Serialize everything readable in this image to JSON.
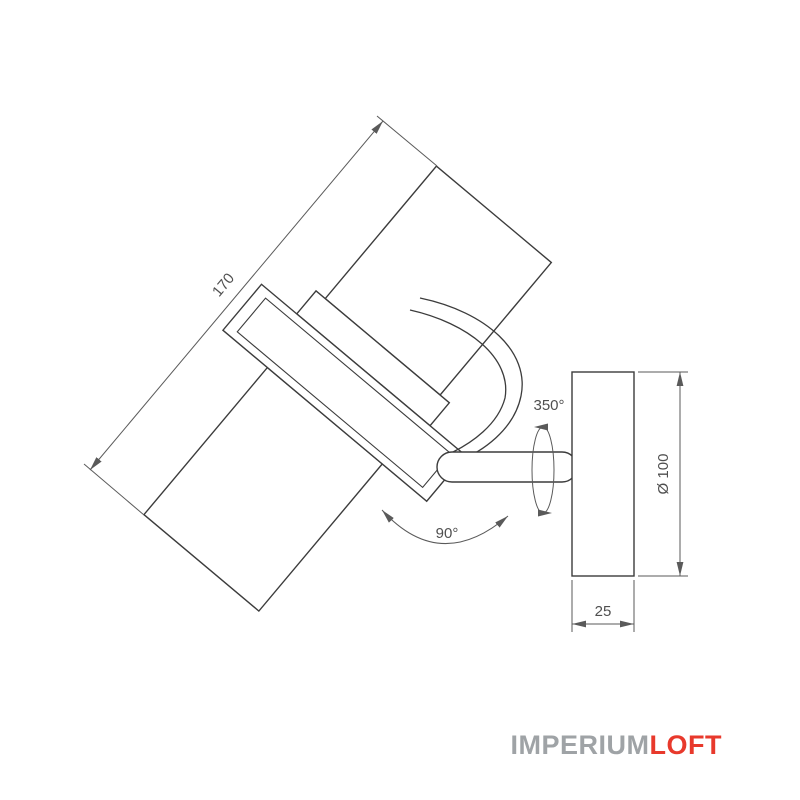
{
  "drawing": {
    "dimensions": {
      "body_length": "170",
      "swivel_angle": "350°",
      "tilt_angle": "90°",
      "base_diameter": "Ø 100",
      "base_depth": "25"
    },
    "colors": {
      "outline": "#3c3c3c",
      "dimension_line": "#5a5a5a",
      "label_text": "#4f4f4f",
      "logo_gray": "#9fa3a6",
      "logo_red": "#e8392c"
    }
  },
  "logo": {
    "part1": "IMPERIUM",
    "part2": "LOFT"
  }
}
